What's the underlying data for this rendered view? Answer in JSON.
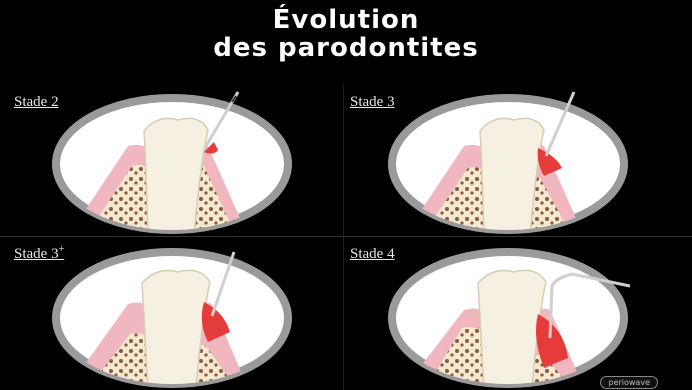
{
  "title": {
    "line1": "Évolution",
    "line2": "des parodontites"
  },
  "panels": [
    {
      "label_main": "Stade 2",
      "label_sup": ""
    },
    {
      "label_main": "Stade 3",
      "label_sup": ""
    },
    {
      "label_main": "Stade 3",
      "label_sup": "+"
    },
    {
      "label_main": "Stade 4",
      "label_sup": ""
    }
  ],
  "brand": "periowave",
  "colors": {
    "background": "#000000",
    "ring": "#9a9a9a",
    "gum": "#f0b7c0",
    "bone": "#f4e8cf",
    "inflammation": "#e53b3b",
    "tooth": "#f5f0e2"
  }
}
